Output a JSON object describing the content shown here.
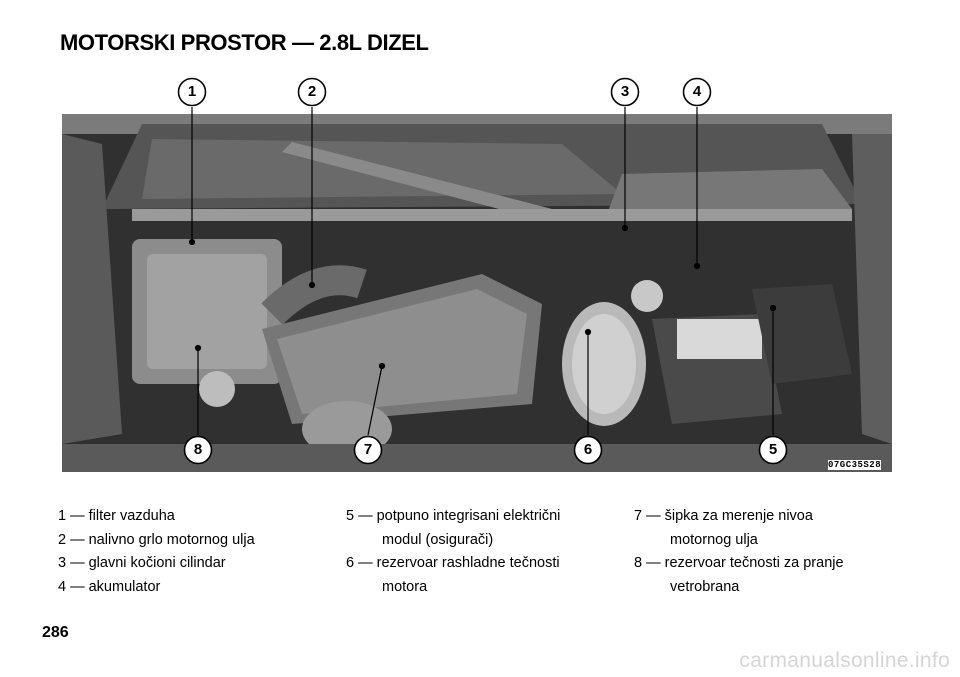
{
  "title": "MOTORSKI PROSTOR — 2.8L DIZEL",
  "figure_code": "07GC35S28",
  "callouts": [
    "1",
    "2",
    "3",
    "4",
    "5",
    "6",
    "7",
    "8"
  ],
  "legend": {
    "col1": [
      {
        "text": "1 — filter vazduha"
      },
      {
        "text": "2 — nalivno grlo motornog ulja"
      },
      {
        "text": "3 — glavni kočioni cilindar"
      },
      {
        "text": "4 — akumulator"
      }
    ],
    "col2": [
      {
        "text": "5 — potpuno integrisani električni",
        "cont": "modul (osigurači)"
      },
      {
        "text": "6 — rezervoar rashladne tečnosti",
        "cont": "motora"
      }
    ],
    "col3": [
      {
        "text": "7 — šipka za merenje nivoa",
        "cont": "motornog ulja"
      },
      {
        "text": "8 — rezervoar tečnosti za pranje",
        "cont": "vetrobrana"
      }
    ]
  },
  "page_number": "286",
  "watermark": "carmanualsonline.info"
}
